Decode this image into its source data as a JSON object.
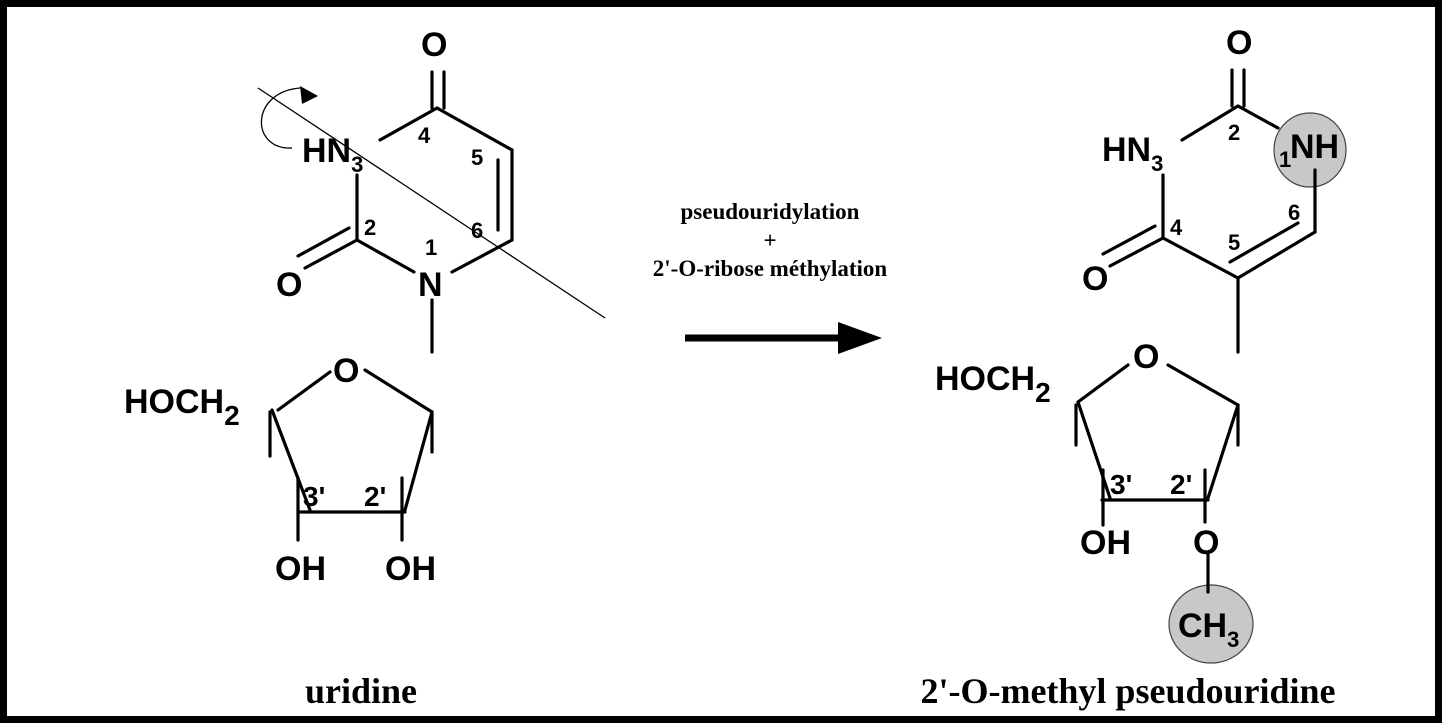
{
  "uridine": {
    "name": "uridine",
    "atoms": {
      "o_top": "O",
      "hn": "HN",
      "hn_sub": "3",
      "o_left": "O",
      "n1": "N",
      "o_ring": "O",
      "hoch": "HOCH",
      "hoch_sub": "2",
      "oh_left": "OH",
      "oh_right": "OH"
    },
    "numbers": {
      "n4": "4",
      "n5": "5",
      "n6": "6",
      "n2": "2",
      "n1": "1",
      "c3p": "3'",
      "c2p": "2'"
    }
  },
  "reaction": {
    "line1": "pseudouridylation",
    "plus": "+",
    "line2": "2'-O-ribose méthylation"
  },
  "product": {
    "name": "2'-O-methyl pseudouridine",
    "atoms": {
      "o_top": "O",
      "hn": "HN",
      "hn_sub": "3",
      "nh": "NH",
      "o_left": "O",
      "o_ring": "O",
      "hoch": "HOCH",
      "hoch_sub": "2",
      "oh": "OH",
      "o_me": "O",
      "ch": "CH",
      "ch_sub": "3"
    },
    "numbers": {
      "n2": "2",
      "n1": "1",
      "n6": "6",
      "n4": "4",
      "n5": "5",
      "c3p": "3'",
      "c2p": "2'"
    }
  },
  "colors": {
    "border": "#000000",
    "highlight": "#c8c8c8"
  }
}
